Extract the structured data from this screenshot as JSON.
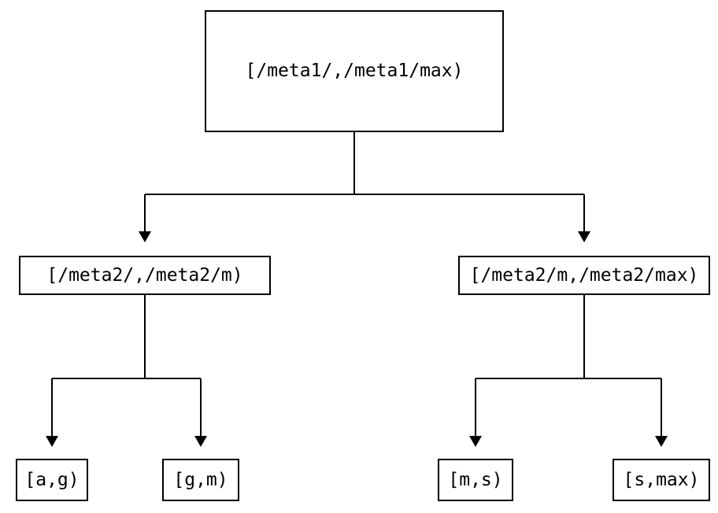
{
  "diagram": {
    "type": "binary-interval-tree",
    "background_color": "#ffffff",
    "line_color": "#000000",
    "text_color": "#000000",
    "nodes": {
      "root": {
        "label": "[/meta1/,/meta1/max)"
      },
      "left": {
        "label": "[/meta2/,/meta2/m)"
      },
      "right": {
        "label": "[/meta2/m,/meta2/max)"
      },
      "leaf_ag": {
        "label": "[a,g)"
      },
      "leaf_gm": {
        "label": "[g,m)"
      },
      "leaf_ms": {
        "label": "[m,s)"
      },
      "leaf_smax": {
        "label": "[s,max)"
      }
    },
    "edges": [
      {
        "from": "root",
        "to": "left"
      },
      {
        "from": "root",
        "to": "right"
      },
      {
        "from": "left",
        "to": "leaf_ag"
      },
      {
        "from": "left",
        "to": "leaf_gm"
      },
      {
        "from": "right",
        "to": "leaf_ms"
      },
      {
        "from": "right",
        "to": "leaf_smax"
      }
    ]
  }
}
